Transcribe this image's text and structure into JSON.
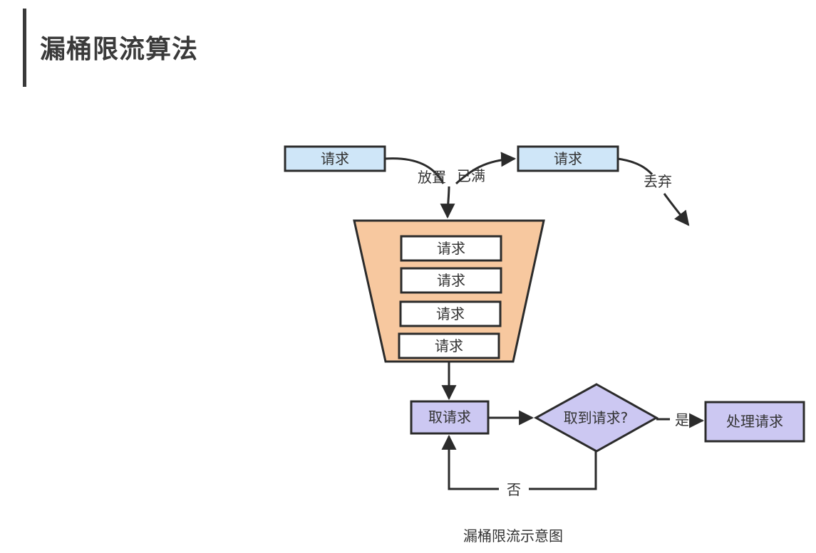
{
  "page_title": "漏桶限流算法",
  "caption": "漏桶限流示意图",
  "diagram": {
    "incoming_request": "请求",
    "discarded_request": "请求",
    "label_place": "放置",
    "label_full": "已满",
    "label_discard": "丢弃",
    "bucket_items": [
      "请求",
      "请求",
      "请求",
      "请求"
    ],
    "take_request": "取请求",
    "decision": "取到请求?",
    "label_yes": "是",
    "process_request": "处理请求",
    "label_no": "否"
  },
  "colors": {
    "request_fill": "#cfe6f8",
    "bucket_fill": "#f7c89f",
    "process_fill": "#ccc8f2",
    "stroke": "#2b2b2b"
  }
}
